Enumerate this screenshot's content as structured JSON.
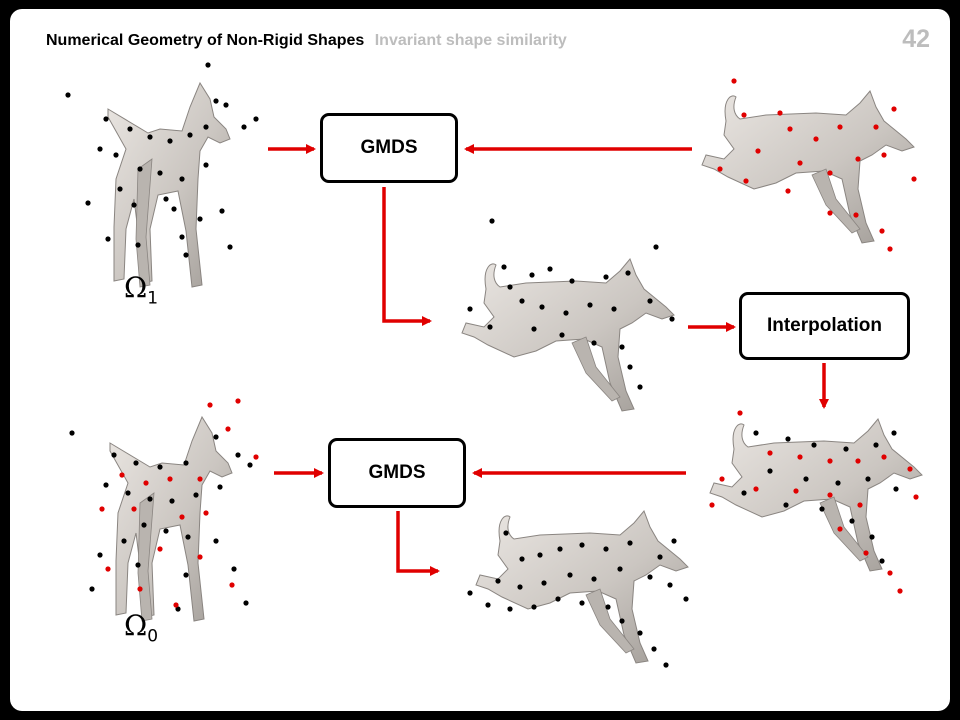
{
  "header": {
    "course": "Numerical Geometry of Non-Rigid Shapes",
    "topic": "Invariant shape similarity",
    "page_number": "42"
  },
  "boxes": {
    "gmds_top": "GMDS",
    "gmds_bottom": "GMDS",
    "interpolation": "Interpolation"
  },
  "labels": {
    "omega_1_symbol": "Ω",
    "omega_1_sub": "1",
    "omega_0_symbol": "Ω",
    "omega_0_sub": "0"
  },
  "colors": {
    "arrow": "#e00000",
    "point_black": "#000000",
    "point_red": "#e00000",
    "mesh": "#cfcac5"
  }
}
